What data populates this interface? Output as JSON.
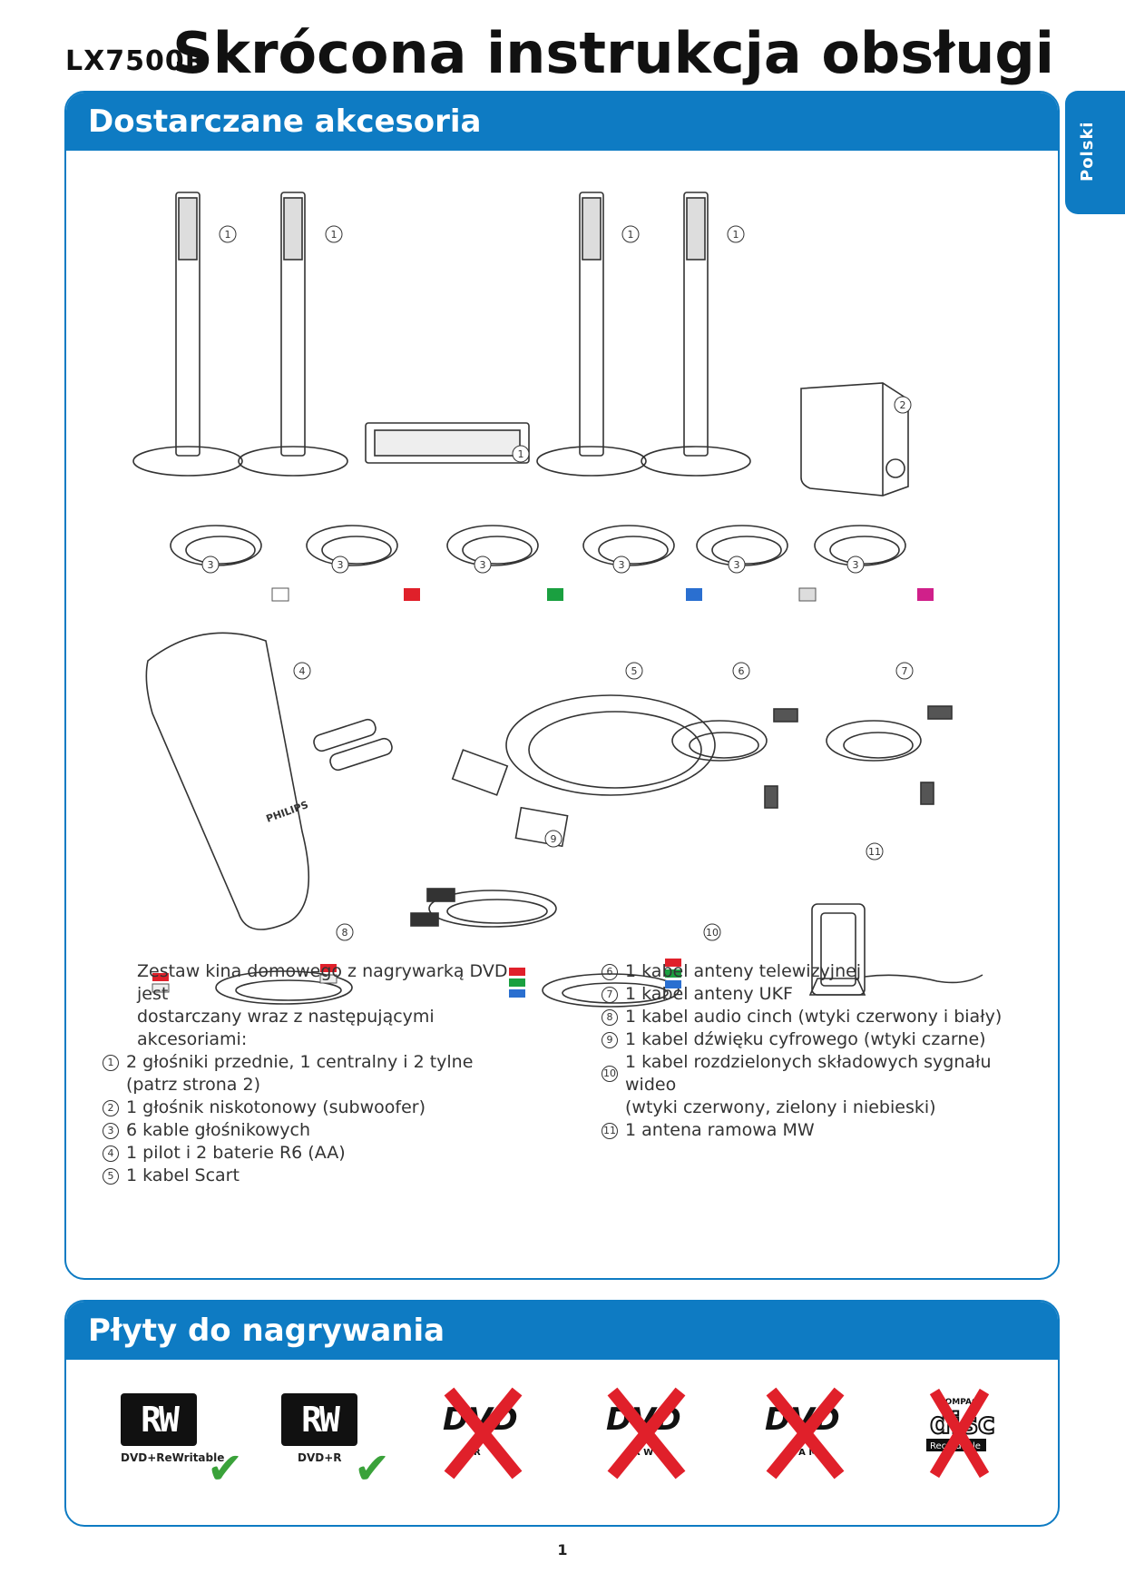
{
  "header": {
    "model": "LX7500R",
    "title": "Skrócona instrukcja obsługi",
    "language_tab": "Polski"
  },
  "accessories": {
    "heading": "Dostarczane akcesoria",
    "callouts": [
      "1",
      "2",
      "3",
      "4",
      "5",
      "6",
      "7",
      "8",
      "9",
      "10",
      "11"
    ],
    "remote_brand": "PHILIPS",
    "intro": [
      "Zestaw kina domowego z nagrywarką DVD jest",
      "dostarczany wraz z następującymi akcesoriami:"
    ],
    "left_items": [
      {
        "num": "1",
        "lines": [
          "2 głośniki przednie, 1 centralny i 2 tylne",
          "(patrz strona 2)"
        ]
      },
      {
        "num": "2",
        "lines": [
          "1 głośnik niskotonowy (subwoofer)"
        ]
      },
      {
        "num": "3",
        "lines": [
          "6 kable głośnikowych"
        ]
      },
      {
        "num": "4",
        "lines": [
          "1 pilot i 2 baterie R6 (AA)"
        ]
      },
      {
        "num": "5",
        "lines": [
          "1 kabel Scart"
        ]
      }
    ],
    "right_items": [
      {
        "num": "6",
        "lines": [
          "1 kabel anteny telewizyjnej"
        ]
      },
      {
        "num": "7",
        "lines": [
          "1 kabel anteny UKF"
        ]
      },
      {
        "num": "8",
        "lines": [
          "1 kabel audio cinch (wtyki czerwony i biały)"
        ]
      },
      {
        "num": "9",
        "lines": [
          "1 kabel dźwięku cyfrowego (wtyki czarne)"
        ]
      },
      {
        "num": "10",
        "lines": [
          "1 kabel rozdzielonych składowych sygnału wideo",
          "(wtyki czerwony, zielony i niebieski)"
        ]
      },
      {
        "num": "11",
        "lines": [
          "1 antena ramowa MW"
        ]
      }
    ]
  },
  "recording_discs": {
    "heading": "Płyty do nagrywania",
    "discs": [
      {
        "logo": "RW",
        "label": "DVD+ReWritable",
        "supported": true
      },
      {
        "logo": "RW",
        "label": "DVD+R",
        "supported": true
      },
      {
        "logo": "DVD",
        "sub": "R",
        "supported": false
      },
      {
        "logo": "DVD",
        "sub": "R W",
        "supported": false
      },
      {
        "logo": "DVD",
        "sub": "R A M",
        "supported": false
      },
      {
        "logo": "disc",
        "top": "COMPACT",
        "sub": "Recordable",
        "supported": false
      }
    ],
    "check_symbol": "✔"
  },
  "colors": {
    "accent": "#0e7bc3",
    "check": "#3aa23a",
    "cross": "#e0202a",
    "plug_red": "#e0202a",
    "plug_green": "#1aa040",
    "plug_blue": "#2a6fd0",
    "plug_grey": "#9a9a9a",
    "plug_magenta": "#d0208a"
  },
  "footer": {
    "page": "1"
  }
}
